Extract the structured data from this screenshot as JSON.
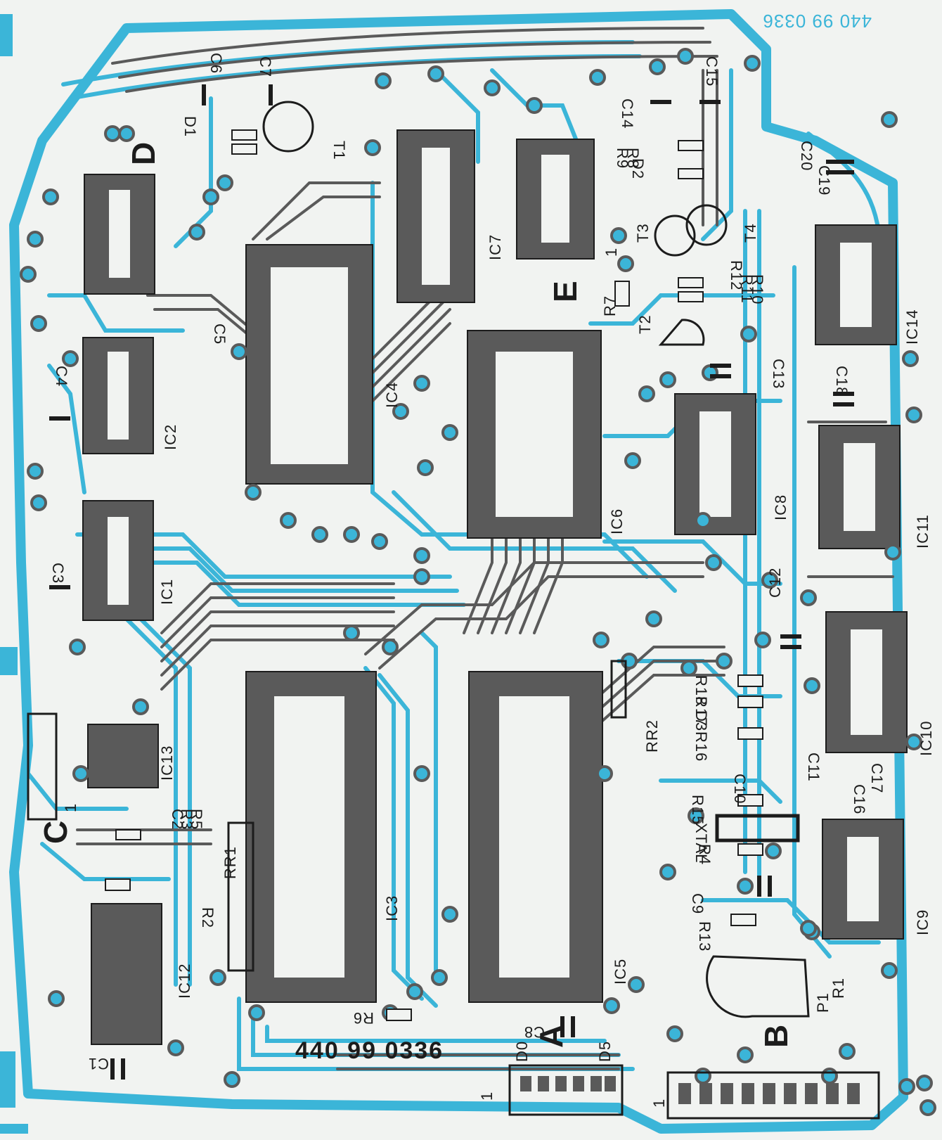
{
  "colors": {
    "paper": "#f1f3f1",
    "copper_top": "#3bb5d8",
    "copper_bottom": "#5a5a5a",
    "ink": "#1c1c1c"
  },
  "board": {
    "part_number": "440 99 0336",
    "part_number_mirrored": "440 99 0336",
    "section_labels": [
      "A",
      "B",
      "C",
      "D",
      "E"
    ],
    "ic_labels": [
      "IC1",
      "IC2",
      "IC3",
      "IC4",
      "IC5",
      "IC6",
      "IC7",
      "IC8",
      "IC9",
      "IC10",
      "IC11",
      "IC12",
      "IC13",
      "IC14"
    ],
    "transistor_labels": [
      "T1",
      "T2",
      "T3",
      "T4"
    ],
    "resistor_labels": [
      "R1",
      "R2",
      "R3",
      "R4",
      "R5",
      "R6",
      "R7",
      "R8",
      "R9",
      "R10",
      "R11",
      "R12",
      "R13",
      "R15",
      "R16",
      "R17",
      "R18"
    ],
    "capacitor_labels": [
      "C1",
      "C2",
      "C3",
      "C4",
      "C5",
      "C6",
      "C7",
      "C8",
      "C9",
      "C10",
      "C11",
      "C12",
      "C13",
      "C14",
      "C15",
      "C16",
      "C17",
      "C18",
      "C19",
      "C20"
    ],
    "misc_labels": [
      "RR1",
      "RR2",
      "P1",
      "XTAL",
      "D1",
      "D2",
      "D3",
      "D0",
      "D5"
    ],
    "pin_one_markers": [
      "1",
      "1",
      "1",
      "1"
    ]
  }
}
